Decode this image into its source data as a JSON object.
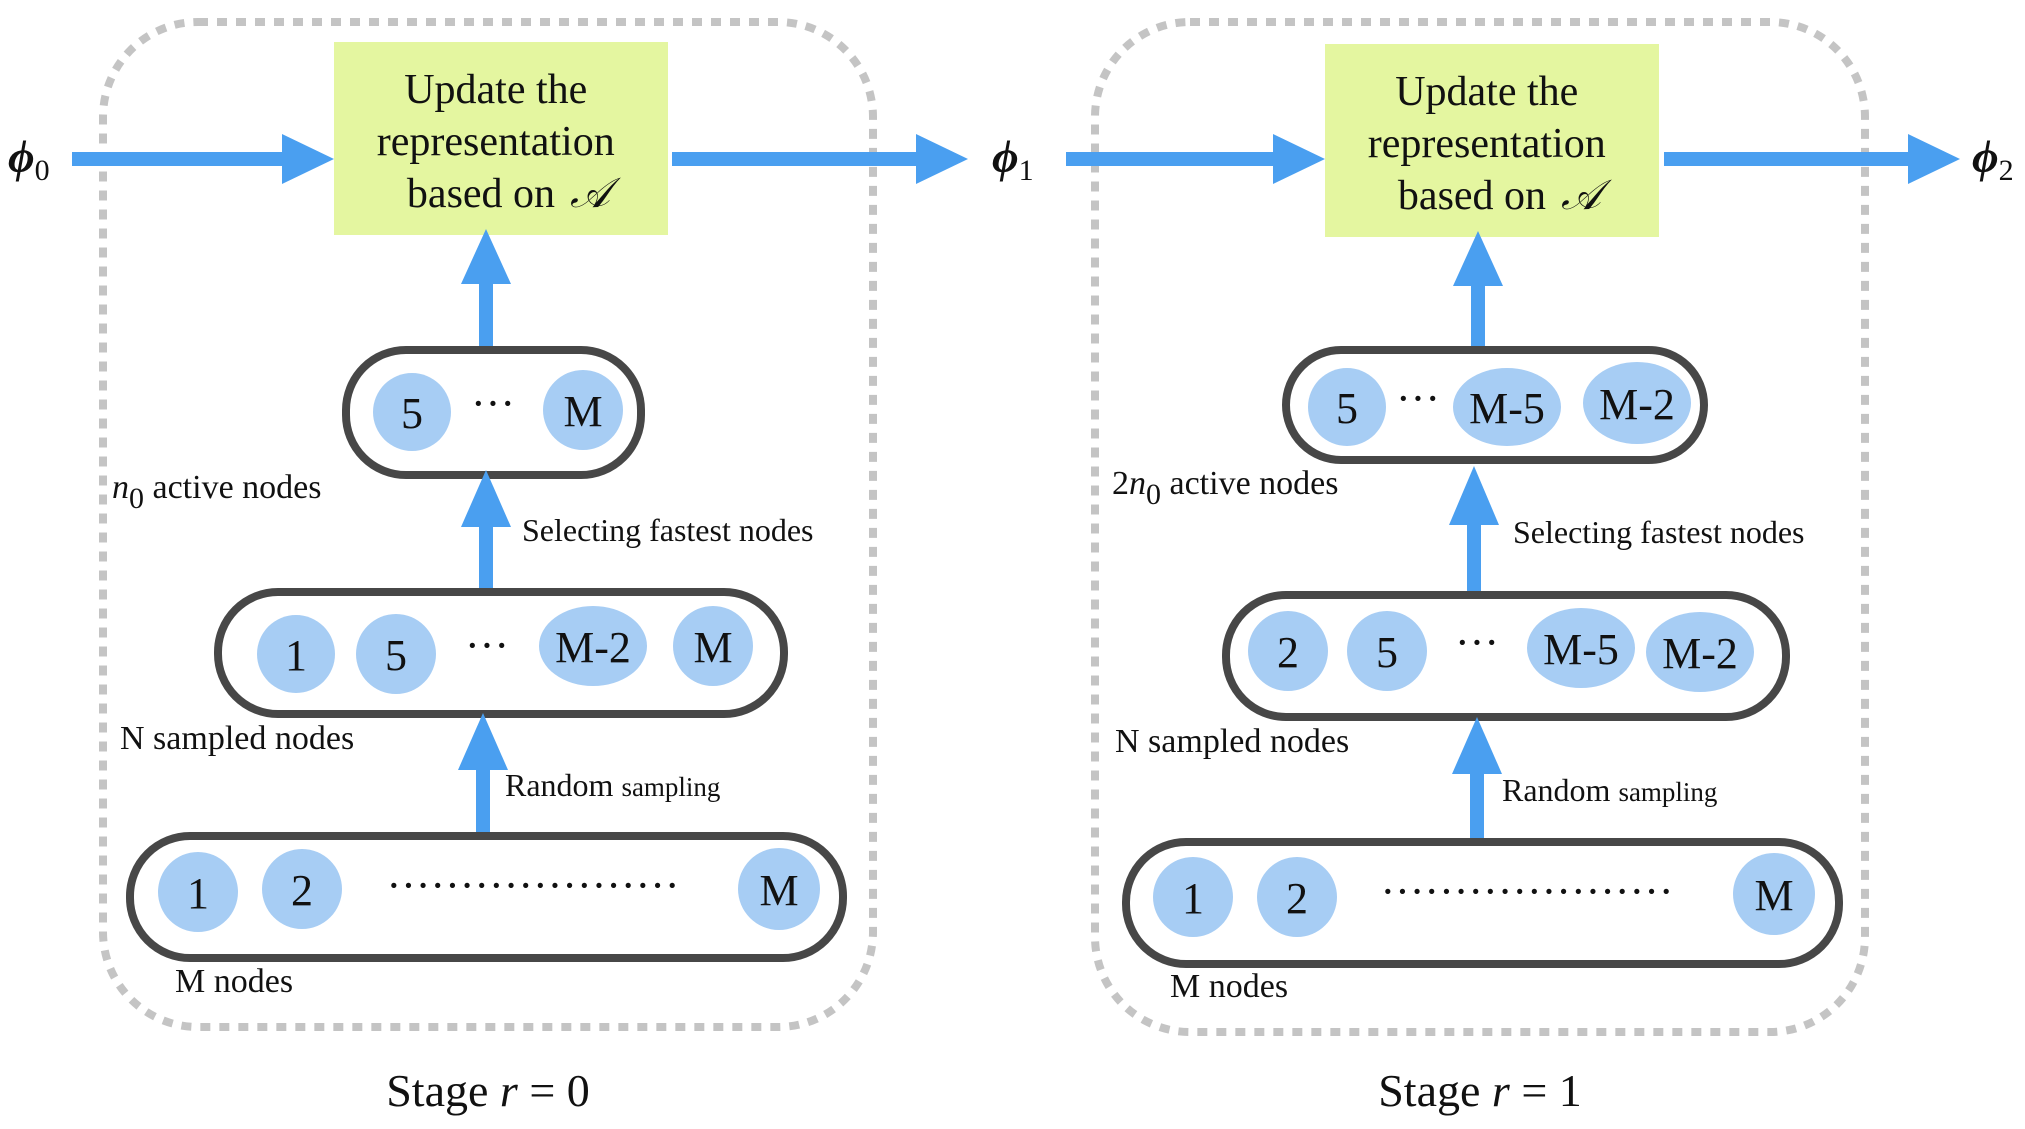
{
  "colors": {
    "arrow": "#4a9ff0",
    "node_fill": "#a7cdf4",
    "update_box": "#e4f6a0",
    "pill_stroke": "#474747",
    "stage_border": "#c4c4c4"
  },
  "inputs": {
    "phi0": {
      "sym": "ϕ",
      "sub": "0"
    },
    "phi1": {
      "sym": "ϕ",
      "sub": "1"
    },
    "phi2": {
      "sym": "ϕ",
      "sub": "2"
    }
  },
  "stages": [
    {
      "stage_label_prefix": "Stage ",
      "stage_var": "r",
      "stage_value": " = 0",
      "update_lines": [
        "Update the",
        "representation",
        "based on "
      ],
      "update_symbol": "𝒜",
      "active_label_prefix": "",
      "active_label_var": "n",
      "active_label_sub": "0",
      "active_label_suffix": " active nodes",
      "active_nodes": [
        "5",
        "M"
      ],
      "active_dots": "···",
      "select_label": "Selecting fastest nodes",
      "sampled_label": "N sampled nodes",
      "sampled_nodes": [
        "1",
        "5",
        "M-2",
        "M"
      ],
      "sampled_dots": "···",
      "sampling_label_big": "Random ",
      "sampling_label_small": "sampling",
      "all_label": "M nodes",
      "all_nodes": [
        "1",
        "2",
        "M"
      ],
      "all_dots": "····················"
    },
    {
      "stage_label_prefix": "Stage ",
      "stage_var": "r",
      "stage_value": " = 1",
      "update_lines": [
        "Update the",
        "representation",
        "based on "
      ],
      "update_symbol": "𝒜",
      "active_label_prefix": "2",
      "active_label_var": "n",
      "active_label_sub": "0",
      "active_label_suffix": " active nodes",
      "active_nodes": [
        "5",
        "M-5",
        "M-2"
      ],
      "active_dots": "···",
      "select_label": "Selecting fastest nodes",
      "sampled_label": "N sampled nodes",
      "sampled_nodes": [
        "2",
        "5",
        "M-5",
        "M-2"
      ],
      "sampled_dots": "···",
      "sampling_label_big": "Random ",
      "sampling_label_small": "sampling",
      "all_label": "M nodes",
      "all_nodes": [
        "1",
        "2",
        "M"
      ],
      "all_dots": "····················"
    }
  ]
}
